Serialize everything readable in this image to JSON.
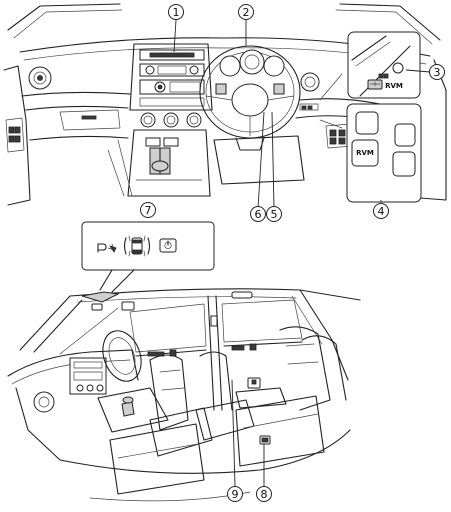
{
  "callouts": [
    "1",
    "2",
    "3",
    "4",
    "5",
    "6",
    "7",
    "8",
    "9"
  ],
  "buttons": {
    "rvm_small": "RVM",
    "rvm_large": "RVM"
  },
  "icons": {
    "parking_sensor": "parking-sensor-icon",
    "blind_spot": "blind-spot-monitor-icon",
    "switch_off": "off-switch-icon"
  }
}
